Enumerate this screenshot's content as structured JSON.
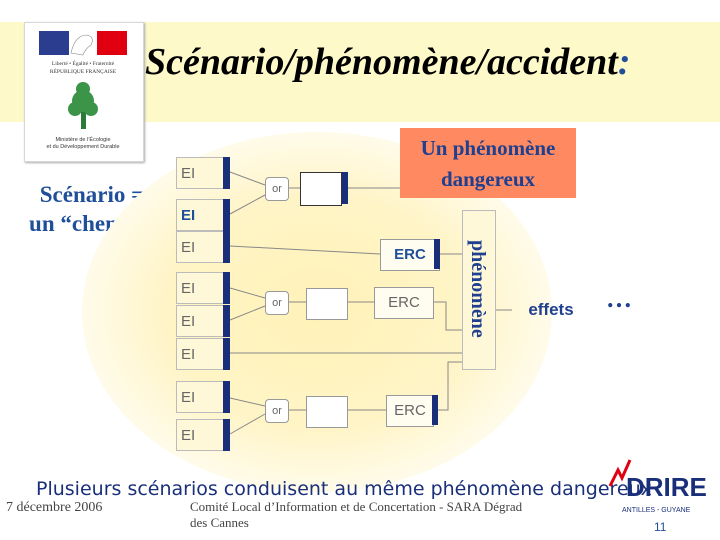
{
  "slide": {
    "title": "Scénario/phénomène/accident",
    "title_colon": ":",
    "scenario_label_line1": "Scénario =",
    "scenario_label_line2": "un “chemin”",
    "danger_line1": "Un phénomène",
    "danger_line2": "dangereux",
    "phenomenon_label": "phénomène",
    "effects_label": "effets",
    "ellipsis": "…",
    "caption": "Plusieurs scénarios conduisent au même phénomène dangereux",
    "date": "7 décembre 2006",
    "footer_line1": "Comité Local d’Information et de Concertation - SARA Dégrad",
    "footer_line2": "des Cannes",
    "page_number": "11"
  },
  "logo": {
    "republic_motto": "Liberté • Égalité • Fraternité",
    "republic_name": "RÉPUBLIQUE FRANÇAISE",
    "ministry_line1": "Ministère de l’Écologie",
    "ministry_line2": "et du Développement Durable"
  },
  "drire_logo": {
    "name": "DRIRE",
    "region": "ANTILLES - GUYANE"
  },
  "diagram": {
    "events": [
      "EI",
      "EI",
      "EI",
      "EI",
      "EI",
      "EI",
      "EI",
      "EI"
    ],
    "or_gates": [
      "or",
      "or",
      "or"
    ],
    "barriers": [
      "ERC",
      "ERC",
      "ERC"
    ]
  },
  "colors": {
    "accent_blue": "#1f4f99",
    "dark_navy": "#1a2f7a",
    "danger_orange": "#ff8a62",
    "band_yellow": "#fdf9c8"
  }
}
